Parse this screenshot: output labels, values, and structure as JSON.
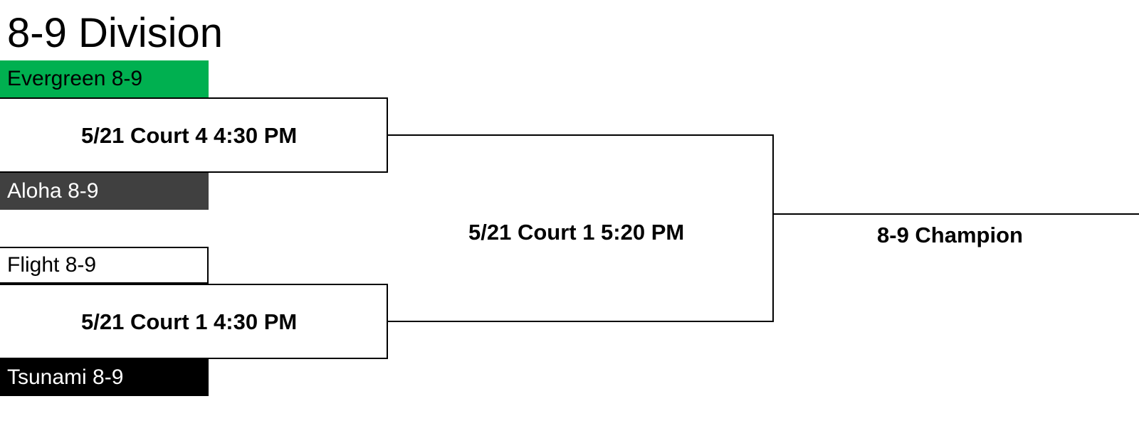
{
  "title": "8-9 Division",
  "teams": [
    {
      "name": "Evergreen 8-9",
      "bg": "#00b050",
      "fg": "#000000"
    },
    {
      "name": "Aloha 8-9",
      "bg": "#404040",
      "fg": "#ffffff"
    },
    {
      "name": "Flight 8-9",
      "bg": "#ffffff",
      "fg": "#000000"
    },
    {
      "name": "Tsunami 8-9",
      "bg": "#000000",
      "fg": "#ffffff"
    }
  ],
  "games": {
    "semifinal_1": "5/21 Court 4 4:30 PM",
    "semifinal_2": "5/21 Court 1 4:30 PM",
    "final": "5/21 Court 1 5:20 PM"
  },
  "champion_label": "8-9 Champion"
}
